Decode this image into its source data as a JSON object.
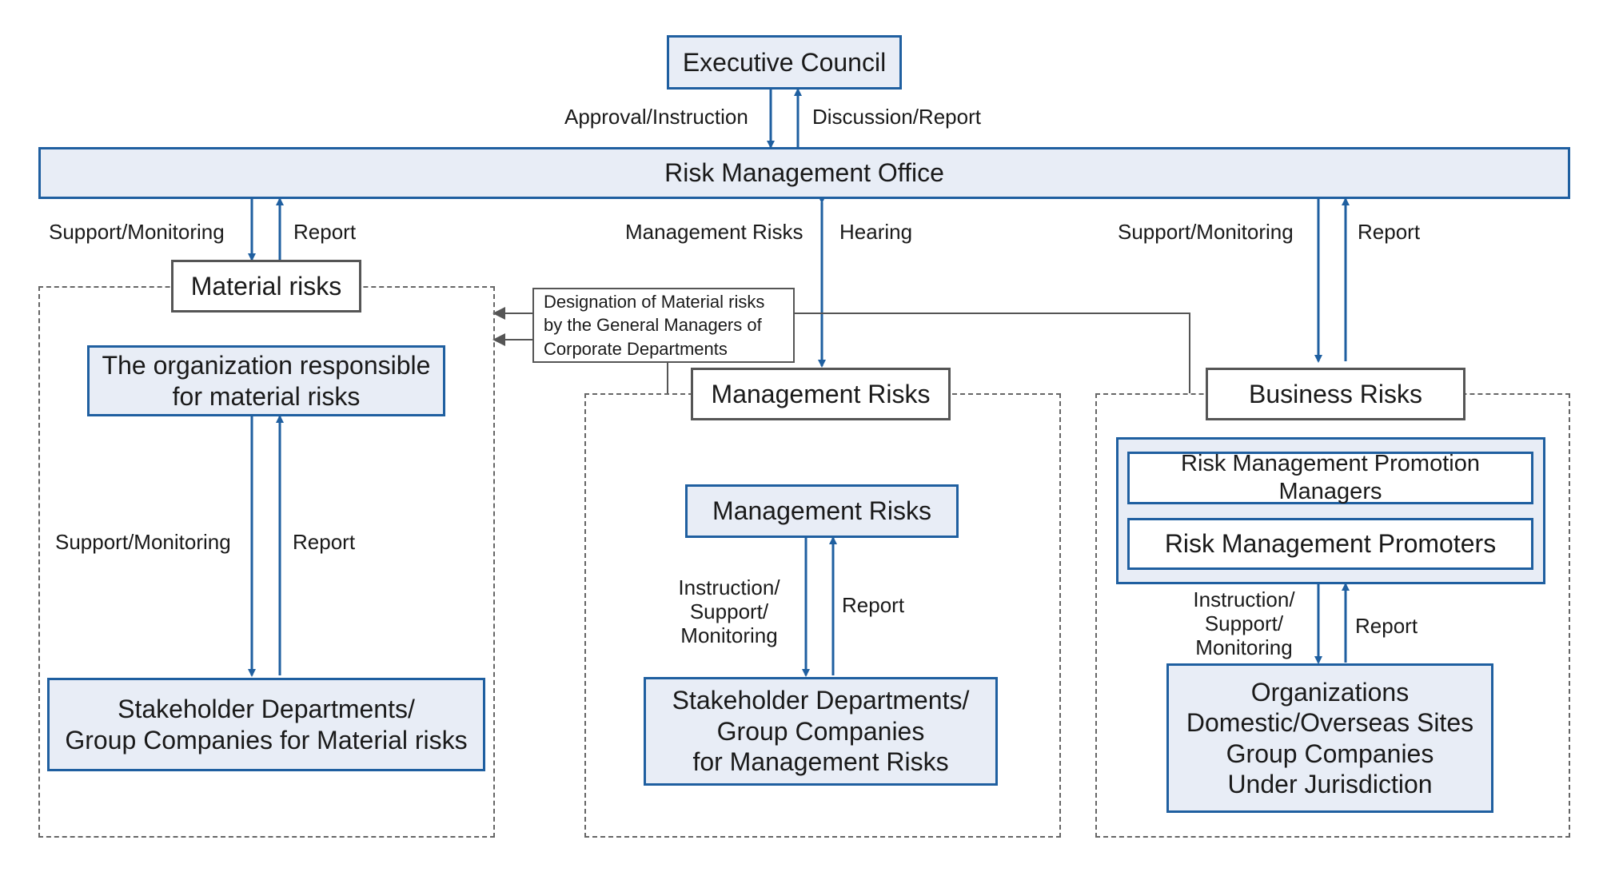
{
  "executive_council": "Executive Council",
  "approval_instruction": "Approval/Instruction",
  "discussion_report": "Discussion/Report",
  "risk_management_office": "Risk Management Office",
  "left": {
    "support_monitoring_top": "Support/Monitoring",
    "report_top": "Report",
    "header": "Material risks",
    "org_responsible": "The organization responsible\nfor material risks",
    "support_monitoring": "Support/Monitoring",
    "report": "Report",
    "stakeholders": "Stakeholder Departments/\nGroup Companies for Material risks"
  },
  "designation_note": "Designation of Material risks\nby the General Managers of\nCorporate Departments",
  "center": {
    "management_risks_label": "Management Risks",
    "hearing": "Hearing",
    "header": "Management Risks",
    "inner": "Management Risks",
    "instruction": "Instruction/\nSupport/\nMonitoring",
    "report": "Report",
    "stakeholders": "Stakeholder Departments/\nGroup Companies\nfor Management Risks"
  },
  "right": {
    "support_monitoring_top": "Support/Monitoring",
    "report_top": "Report",
    "header": "Business Risks",
    "promotion_managers": "Risk Management Promotion Managers",
    "promoters": "Risk Management Promoters",
    "instruction": "Instruction/\nSupport/\nMonitoring",
    "report": "Report",
    "organizations": "Organizations\nDomestic/Overseas Sites\nGroup Companies\nUnder Jurisdiction"
  },
  "colors": {
    "blue_border": "#1f5fa0",
    "box_fill": "#e8edf6",
    "gray_border": "#555555"
  }
}
